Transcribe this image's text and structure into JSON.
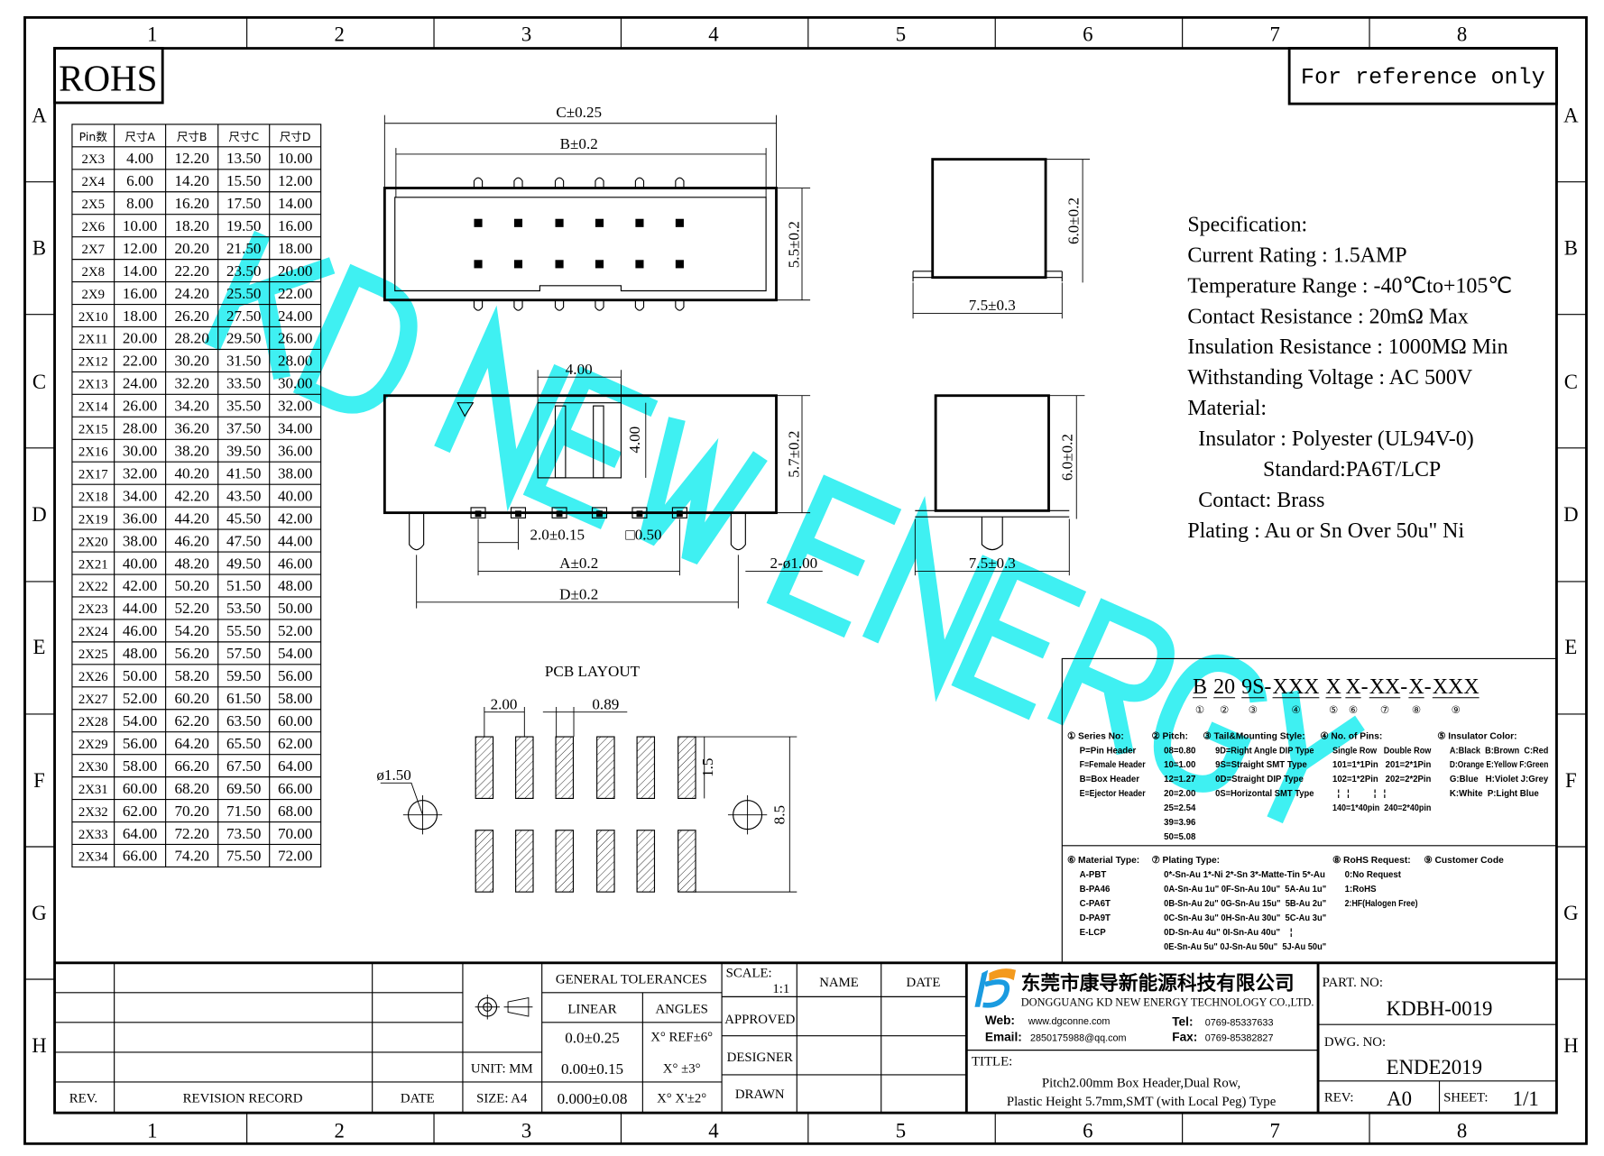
{
  "frame": {
    "columns": [
      "1",
      "2",
      "3",
      "4",
      "5",
      "6",
      "7",
      "8"
    ],
    "rows": [
      "A",
      "B",
      "C",
      "D",
      "E",
      "F",
      "G",
      "H"
    ]
  },
  "rohs": "ROHS",
  "reference_note": "For reference only",
  "watermark": "KD NEW ENERGY",
  "dim_table": {
    "headers": [
      "Pin数",
      "尺寸A",
      "尺寸B",
      "尺寸C",
      "尺寸D"
    ],
    "rows": [
      [
        "2X3",
        "4.00",
        "12.20",
        "13.50",
        "10.00"
      ],
      [
        "2X4",
        "6.00",
        "14.20",
        "15.50",
        "12.00"
      ],
      [
        "2X5",
        "8.00",
        "16.20",
        "17.50",
        "14.00"
      ],
      [
        "2X6",
        "10.00",
        "18.20",
        "19.50",
        "16.00"
      ],
      [
        "2X7",
        "12.00",
        "20.20",
        "21.50",
        "18.00"
      ],
      [
        "2X8",
        "14.00",
        "22.20",
        "23.50",
        "20.00"
      ],
      [
        "2X9",
        "16.00",
        "24.20",
        "25.50",
        "22.00"
      ],
      [
        "2X10",
        "18.00",
        "26.20",
        "27.50",
        "24.00"
      ],
      [
        "2X11",
        "20.00",
        "28.20",
        "29.50",
        "26.00"
      ],
      [
        "2X12",
        "22.00",
        "30.20",
        "31.50",
        "28.00"
      ],
      [
        "2X13",
        "24.00",
        "32.20",
        "33.50",
        "30.00"
      ],
      [
        "2X14",
        "26.00",
        "34.20",
        "35.50",
        "32.00"
      ],
      [
        "2X15",
        "28.00",
        "36.20",
        "37.50",
        "34.00"
      ],
      [
        "2X16",
        "30.00",
        "38.20",
        "39.50",
        "36.00"
      ],
      [
        "2X17",
        "32.00",
        "40.20",
        "41.50",
        "38.00"
      ],
      [
        "2X18",
        "34.00",
        "42.20",
        "43.50",
        "40.00"
      ],
      [
        "2X19",
        "36.00",
        "44.20",
        "45.50",
        "42.00"
      ],
      [
        "2X20",
        "38.00",
        "46.20",
        "47.50",
        "44.00"
      ],
      [
        "2X21",
        "40.00",
        "48.20",
        "49.50",
        "46.00"
      ],
      [
        "2X22",
        "42.00",
        "50.20",
        "51.50",
        "48.00"
      ],
      [
        "2X23",
        "44.00",
        "52.20",
        "53.50",
        "50.00"
      ],
      [
        "2X24",
        "46.00",
        "54.20",
        "55.50",
        "52.00"
      ],
      [
        "2X25",
        "48.00",
        "56.20",
        "57.50",
        "54.00"
      ],
      [
        "2X26",
        "50.00",
        "58.20",
        "59.50",
        "56.00"
      ],
      [
        "2X27",
        "52.00",
        "60.20",
        "61.50",
        "58.00"
      ],
      [
        "2X28",
        "54.00",
        "62.20",
        "63.50",
        "60.00"
      ],
      [
        "2X29",
        "56.00",
        "64.20",
        "65.50",
        "62.00"
      ],
      [
        "2X30",
        "58.00",
        "66.20",
        "67.50",
        "64.00"
      ],
      [
        "2X31",
        "60.00",
        "68.20",
        "69.50",
        "66.00"
      ],
      [
        "2X32",
        "62.00",
        "70.20",
        "71.50",
        "68.00"
      ],
      [
        "2X33",
        "64.00",
        "72.20",
        "73.50",
        "70.00"
      ],
      [
        "2X34",
        "66.00",
        "74.20",
        "75.50",
        "72.00"
      ]
    ]
  },
  "dims": {
    "c": "C±0.25",
    "b": "B±0.2",
    "h55": "5.5±0.2",
    "h60a": "6.0±0.2",
    "w75a": "7.5±0.3",
    "w400": "4.00",
    "h400": "4.00",
    "h57": "5.7±0.2",
    "h60b": "6.0±0.2",
    "w75b": "7.5±0.3",
    "pitch": "2.0±0.15",
    "sq": "□0.50",
    "a": "A±0.2",
    "d": "D±0.2",
    "peg": "2-ø1.00"
  },
  "pcb": {
    "title": "PCB LAYOUT",
    "pitch": "2.00",
    "pad": "0.89",
    "hole": "ø1.50",
    "pad_len": "1.5",
    "row_span": "8.5"
  },
  "spec": [
    "Specification:",
    "Current Rating : 1.5AMP",
    "Temperature Range : -40℃to+105℃",
    "Contact Resistance : 20mΩ Max",
    "Insulation Resistance : 1000MΩ Min",
    "Withstanding Voltage : AC 500V",
    "Material:",
    "  Insulator : Polyester (UL94V-0)",
    "              Standard:PA6T/LCP",
    "  Contact: Brass",
    "Plating : Au or Sn Over 50u\" Ni"
  ],
  "part_code": {
    "segments": [
      "B",
      "20",
      "9S",
      "XXX",
      "X",
      "X",
      "XX",
      "X",
      "XXX"
    ],
    "separators": [
      " ",
      " ",
      "-",
      " ",
      "",
      "-",
      "-",
      "-",
      ""
    ],
    "markers": [
      "①",
      "②",
      "③",
      "④",
      "⑤",
      "⑥",
      "⑦",
      "⑧",
      "⑨"
    ]
  },
  "legend_top": [
    {
      "head": "① Series No:",
      "lines": [
        "P=Pin Header",
        "F=Female Header",
        "B=Box Header",
        "E=Ejector Header"
      ]
    },
    {
      "head": "② Pitch:",
      "lines": [
        "08=0.80",
        "10=1.00",
        "12=1.27",
        "20=2.00",
        "25=2.54",
        "39=3.96",
        "50=5.08"
      ]
    },
    {
      "head": "③ Tail&Mounting Style:",
      "lines": [
        "9D=Right Angle DIP Type",
        "9S=Straight SMT Type",
        "0D=Straight DIP Type",
        "0S=Horizontal SMT Type"
      ]
    },
    {
      "head": "④ No. of Pins:",
      "lines": [
        "Single Row   Double Row",
        "101=1*1Pin   201=2*1Pin",
        "102=1*2Pin   202=2*2Pin",
        "  ¦   ¦          ¦   ¦",
        "140=1*40pin  240=2*40pin"
      ]
    },
    {
      "head": "⑤ Insulator Color:",
      "lines": [
        "A:Black  B:Brown  C:Red",
        "D:Orange E:Yellow F:Green",
        "G:Blue   H:Violet J:Grey",
        "K:White  P:Light Blue"
      ]
    }
  ],
  "legend_bottom": [
    {
      "head": "⑥ Material Type:",
      "lines": [
        "A-PBT",
        "B-PA46",
        "C-PA6T",
        "D-PA9T",
        "E-LCP"
      ]
    },
    {
      "head": "⑦ Plating Type:",
      "lines": [
        "0*-Sn-Au 1*-Ni 2*-Sn 3*-Matte-Tin 5*-Au",
        "0A-Sn-Au 1u\" 0F-Sn-Au 10u\"  5A-Au 1u\"",
        "0B-Sn-Au 2u\" 0G-Sn-Au 15u\"  5B-Au 2u\"",
        "0C-Sn-Au 3u\" 0H-Sn-Au 30u\"  5C-Au 3u\"",
        "0D-Sn-Au 4u\" 0I-Sn-Au 40u\"    ¦",
        "0E-Sn-Au 5u\" 0J-Sn-Au 50u\"  5J-Au 50u\""
      ]
    },
    {
      "head": "⑧ RoHS Request:",
      "lines": [
        "0:No Request",
        "1:RoHS",
        "2:HF(Halogen Free)"
      ]
    },
    {
      "head": "⑨ Customer Code",
      "lines": []
    }
  ],
  "title_block": {
    "rev_label": "REV.",
    "revision_record": "REVISION RECORD",
    "date_col": "DATE",
    "general_tolerances": "GENERAL TOLERANCES",
    "linear": "LINEAR",
    "angles": "ANGLES",
    "lin1": "0.0±0.25",
    "lin2": "0.00±0.15",
    "lin3": "0.000±0.08",
    "ang1": "X° REF±6°",
    "ang2": "X°  ±3°",
    "ang3": "X° X'±2°",
    "unit": "UNIT: MM",
    "size": "SIZE: A4",
    "scale_label": "SCALE:",
    "scale": "1:1",
    "name": "NAME",
    "date": "DATE",
    "approved": "APPROVED",
    "designer": "DESIGNER",
    "drawn": "DRAWN",
    "company_cn": "东莞市康导新能源科技有限公司",
    "company_en": "DONGGUANG KD NEW ENERGY TECHNOLOGY CO.,LTD.",
    "web_label": "Web:",
    "web": "www.dgconne.com",
    "tel_label": "Tel:",
    "tel": "0769-85337633",
    "email_label": "Email:",
    "email": "2850175988@qq.com",
    "fax_label": "Fax:",
    "fax": "0769-85382827",
    "title_label": "TITLE:",
    "title1": "Pitch2.00mm Box Header,Dual Row,",
    "title2": "Plastic Height 5.7mm,SMT (with Local Peg) Type",
    "part_no_label": "PART. NO:",
    "part_no": "KDBH-0019",
    "dwg_no_label": "DWG. NO:",
    "dwg_no": "ENDE2019",
    "rev_block_label": "REV:",
    "rev": "A0",
    "sheet_label": "SHEET:",
    "sheet": "1/1"
  },
  "colors": {
    "watermark": "#3ff0f2",
    "logo_blue": "#1a9be0",
    "logo_orange": "#f39a1e"
  }
}
